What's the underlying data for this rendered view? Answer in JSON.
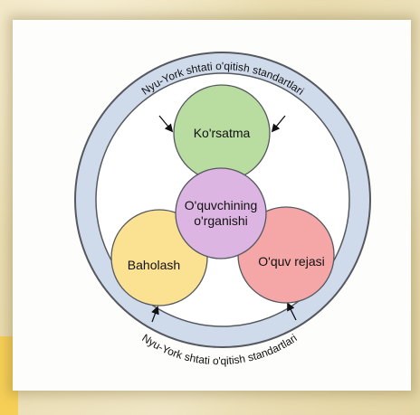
{
  "diagram": {
    "outer_ring_text_top": "Nyu-York shtati o'qitish standartlari",
    "outer_ring_text_bottom": "Nyu-York shtati o'qitish standartlari",
    "nodes": {
      "instruction": "Ko'rsatma",
      "student_learning_line1": "O'quvchining",
      "student_learning_line2": "o'rganishi",
      "assessment": "Baholash",
      "curriculum": "O'quv rejasi"
    },
    "colors": {
      "ring_fill": "#cfdaeb",
      "ring_stroke": "#55595f",
      "instruction": "#b9dca1",
      "student_learning": "#dcb5e2",
      "assessment": "#fbe192",
      "curriculum": "#f5a6a6"
    }
  }
}
